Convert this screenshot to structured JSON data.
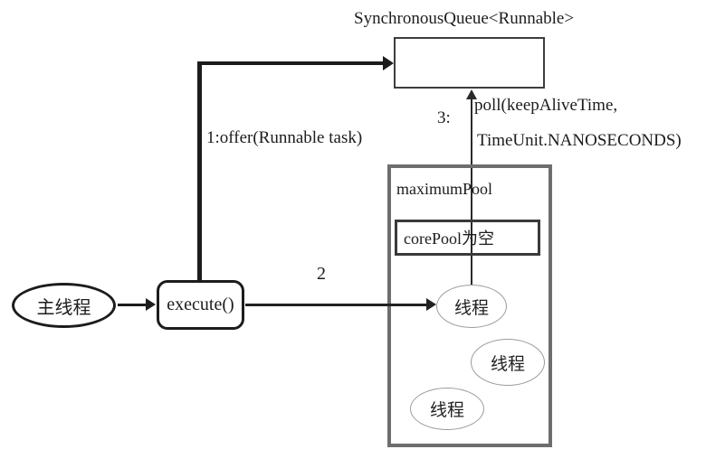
{
  "diagram": {
    "title": "SynchronousQueue<Runnable>",
    "labels": {
      "offer": "1:offer(Runnable task)",
      "step2": "2",
      "step3": "3:",
      "poll_line1": "poll(keepAliveTime,",
      "poll_line2": "TimeUnit.NANOSECONDS)"
    },
    "nodes": {
      "main_thread": "主线程",
      "execute": "execute()",
      "maximum_pool": "maximumPool",
      "core_pool": "corePool为空",
      "threads": [
        "线程",
        "线程",
        "线程"
      ]
    },
    "colors": {
      "ink": "#1c1c1c",
      "queue_border": "#3d3d3d",
      "pool_border": "#6e6e6e",
      "core_border": "#3a3a3a",
      "thread_border": "#9c9c9c",
      "background": "#ffffff"
    }
  }
}
